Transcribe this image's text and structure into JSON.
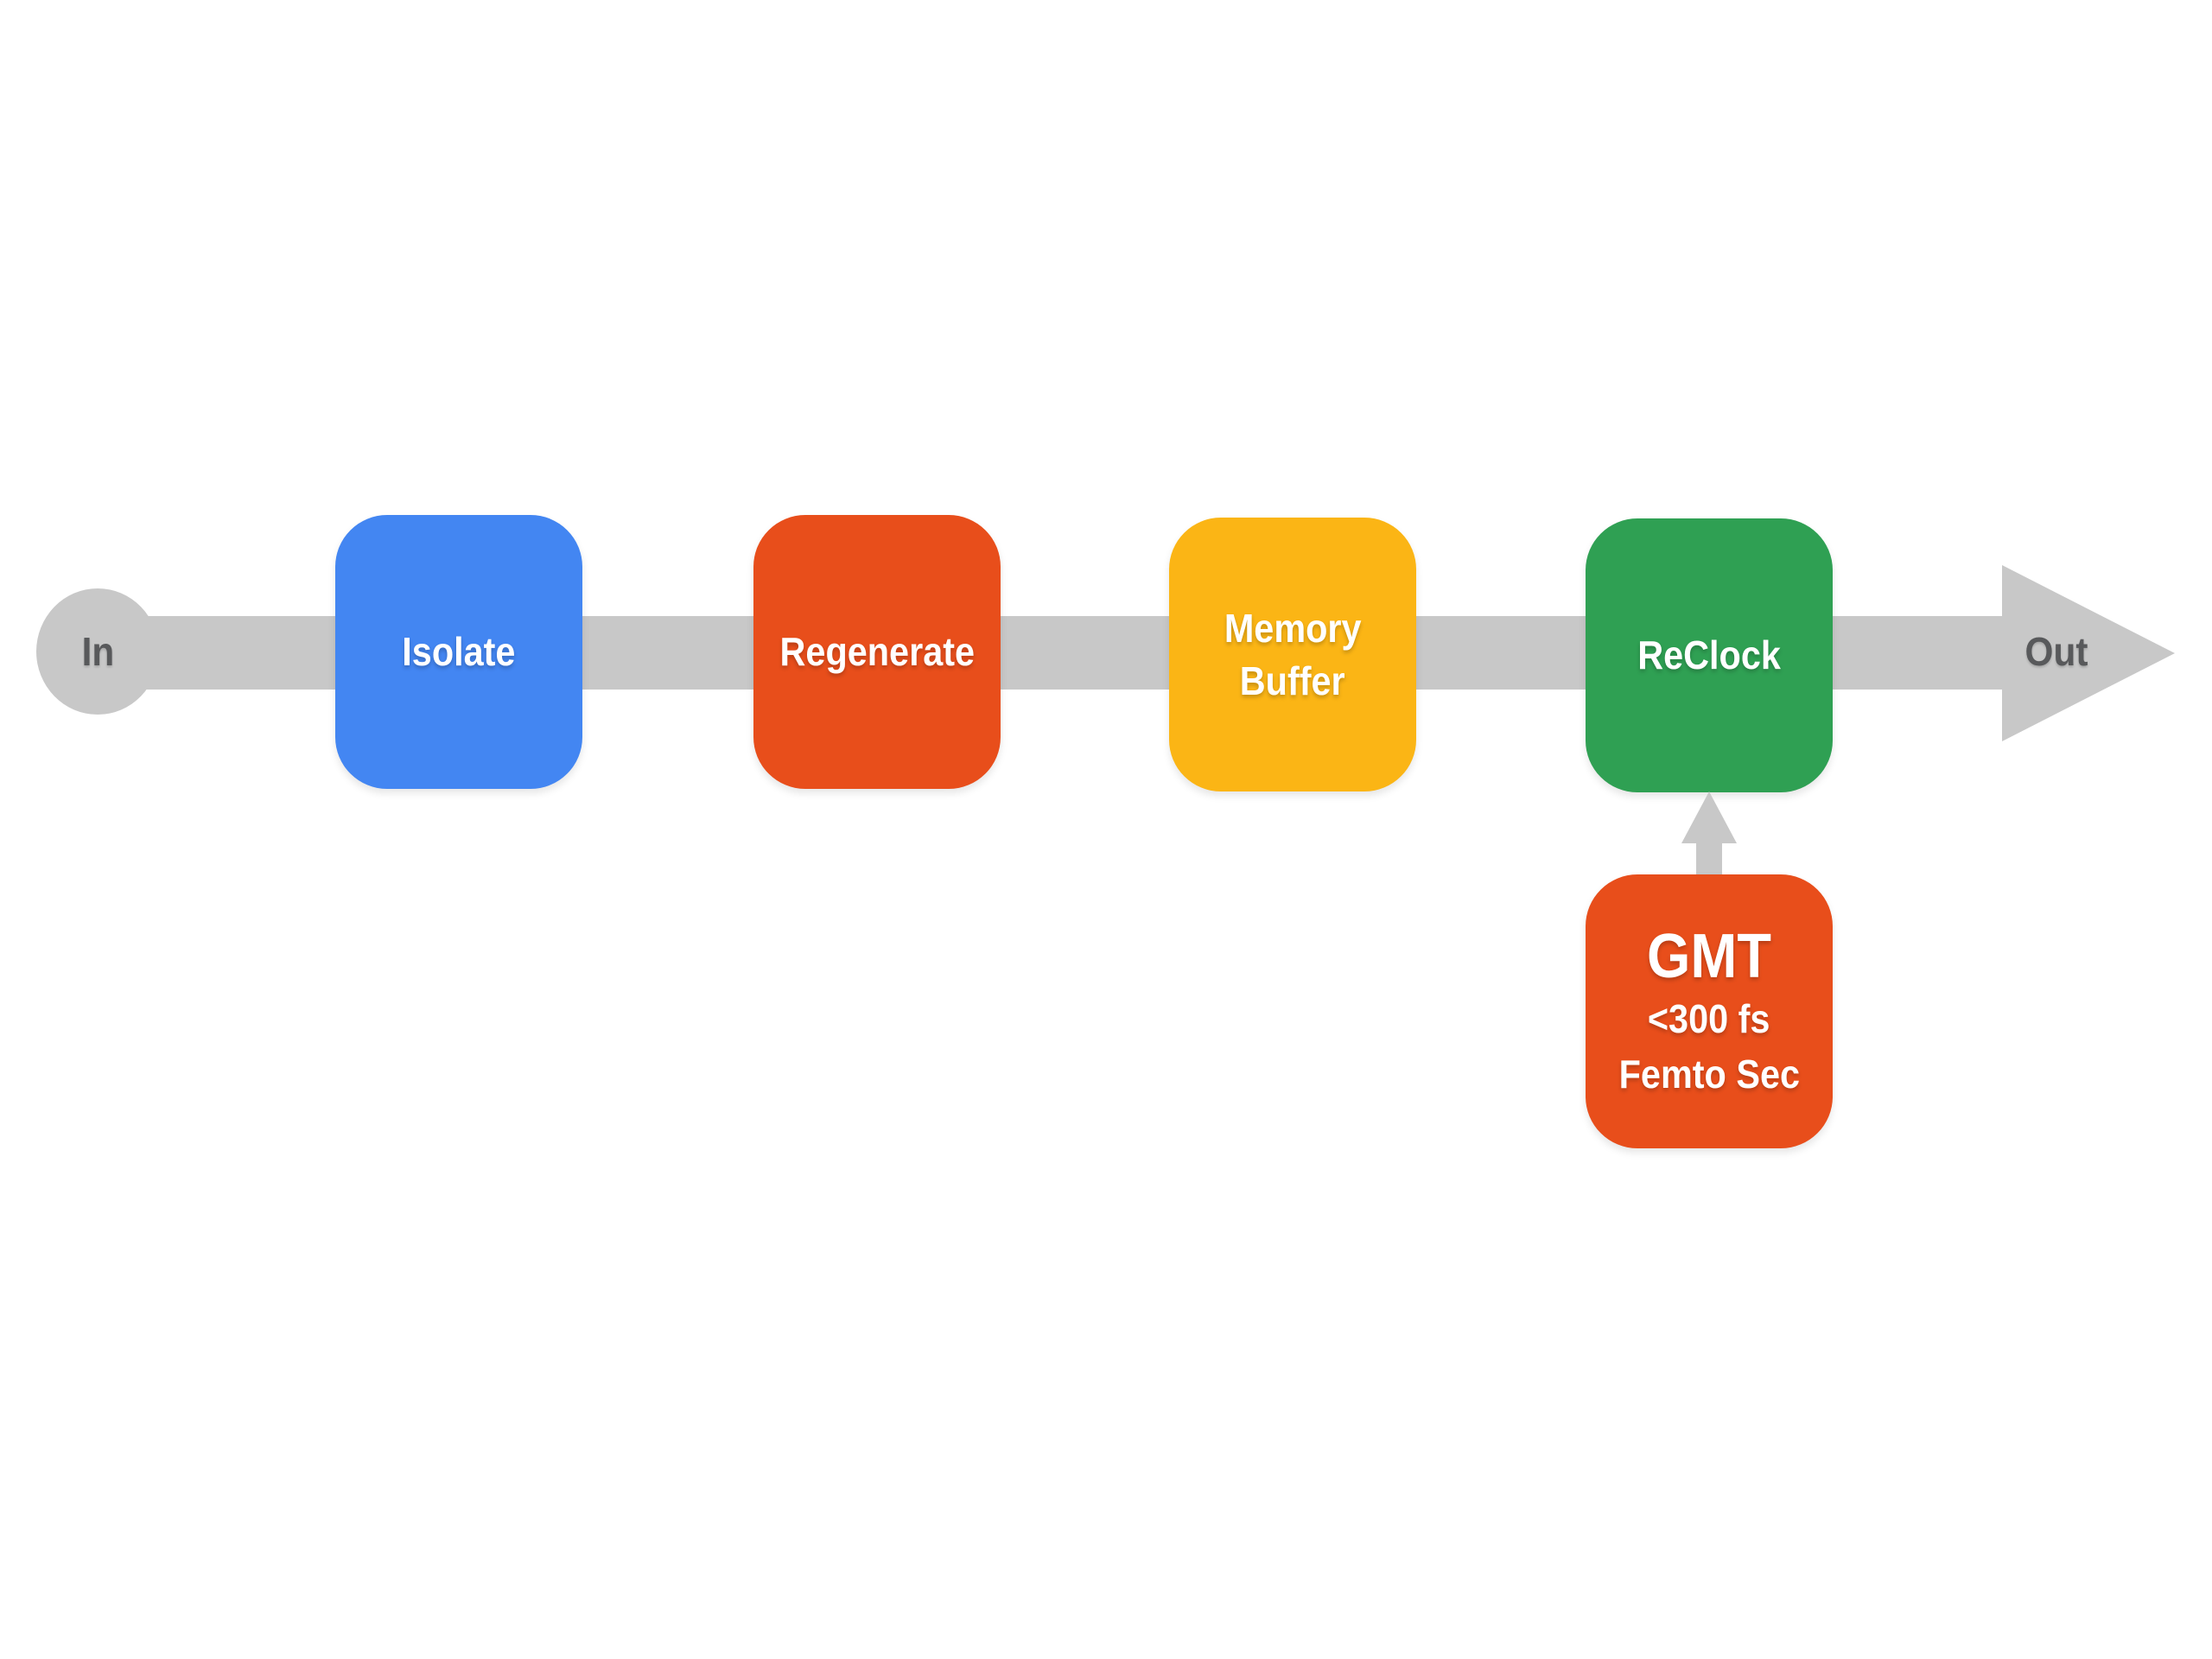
{
  "diagram": {
    "background": "#FFFFFF",
    "flow": {
      "input_label": "In",
      "output_label": "Out",
      "bar_color": "#C8C8C8",
      "endpoint_text_color": "#58595B"
    },
    "stages": [
      {
        "name": "Isolate",
        "lines": [
          "Isolate"
        ],
        "color": "#4386F2"
      },
      {
        "name": "Regenerate",
        "lines": [
          "Regenerate"
        ],
        "color": "#E84E1B"
      },
      {
        "name": "Memory Buffer",
        "lines": [
          "Memory",
          "Buffer"
        ],
        "color": "#FBB515"
      },
      {
        "name": "ReClock",
        "lines": [
          "ReClock"
        ],
        "color": "#2FA053"
      }
    ],
    "clock_module": {
      "title": "GMT",
      "subtitle1": "<300 fs",
      "subtitle2": "Femto Sec",
      "color": "#E84E1B",
      "connector_color": "#C8C8C8"
    },
    "stage_text_color": "#FFFFFF"
  }
}
